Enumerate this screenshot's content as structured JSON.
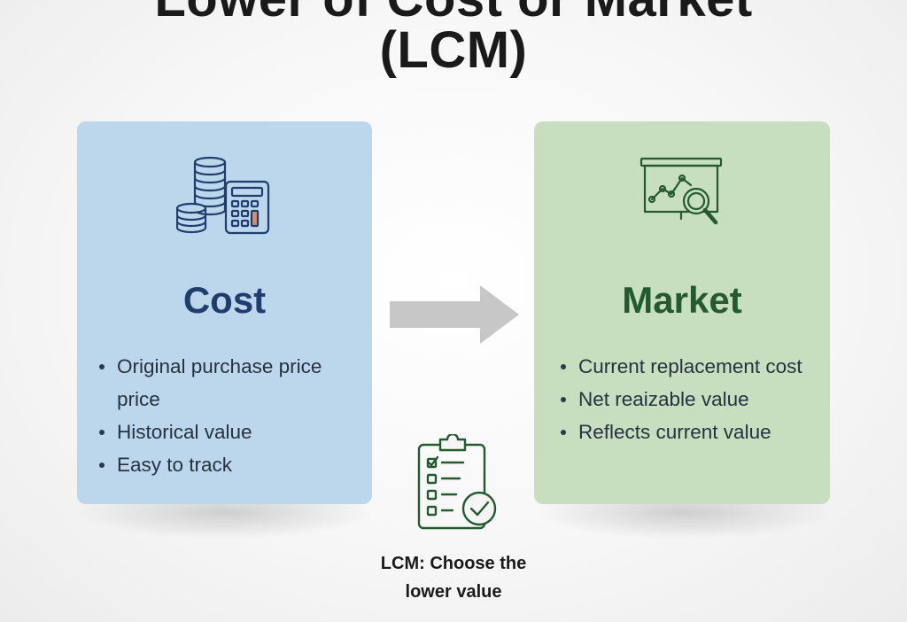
{
  "title": {
    "line1": "Lower of Cost or Market",
    "line2": "(LCM)"
  },
  "cost": {
    "heading": "Cost",
    "icon": "coins-and-calculator-icon",
    "bullets": [
      "Original purchase price price",
      "Historical value",
      "Easy to track"
    ]
  },
  "market": {
    "heading": "Market",
    "icon": "chart-magnifier-icon",
    "bullets": [
      "Current replacement cost",
      "Net reaizable value",
      "Reflects current value"
    ]
  },
  "arrow_icon": "right-arrow-icon",
  "caption": {
    "icon": "clipboard-checklist-icon",
    "line1": "LCM: Choose the",
    "line2": "lower value"
  },
  "colors": {
    "cost_card": "#bcd6ec",
    "cost_accent": "#1f3d6e",
    "market_card": "#c8dfbf",
    "market_accent": "#245a30",
    "arrow": "#c7c7c7"
  }
}
